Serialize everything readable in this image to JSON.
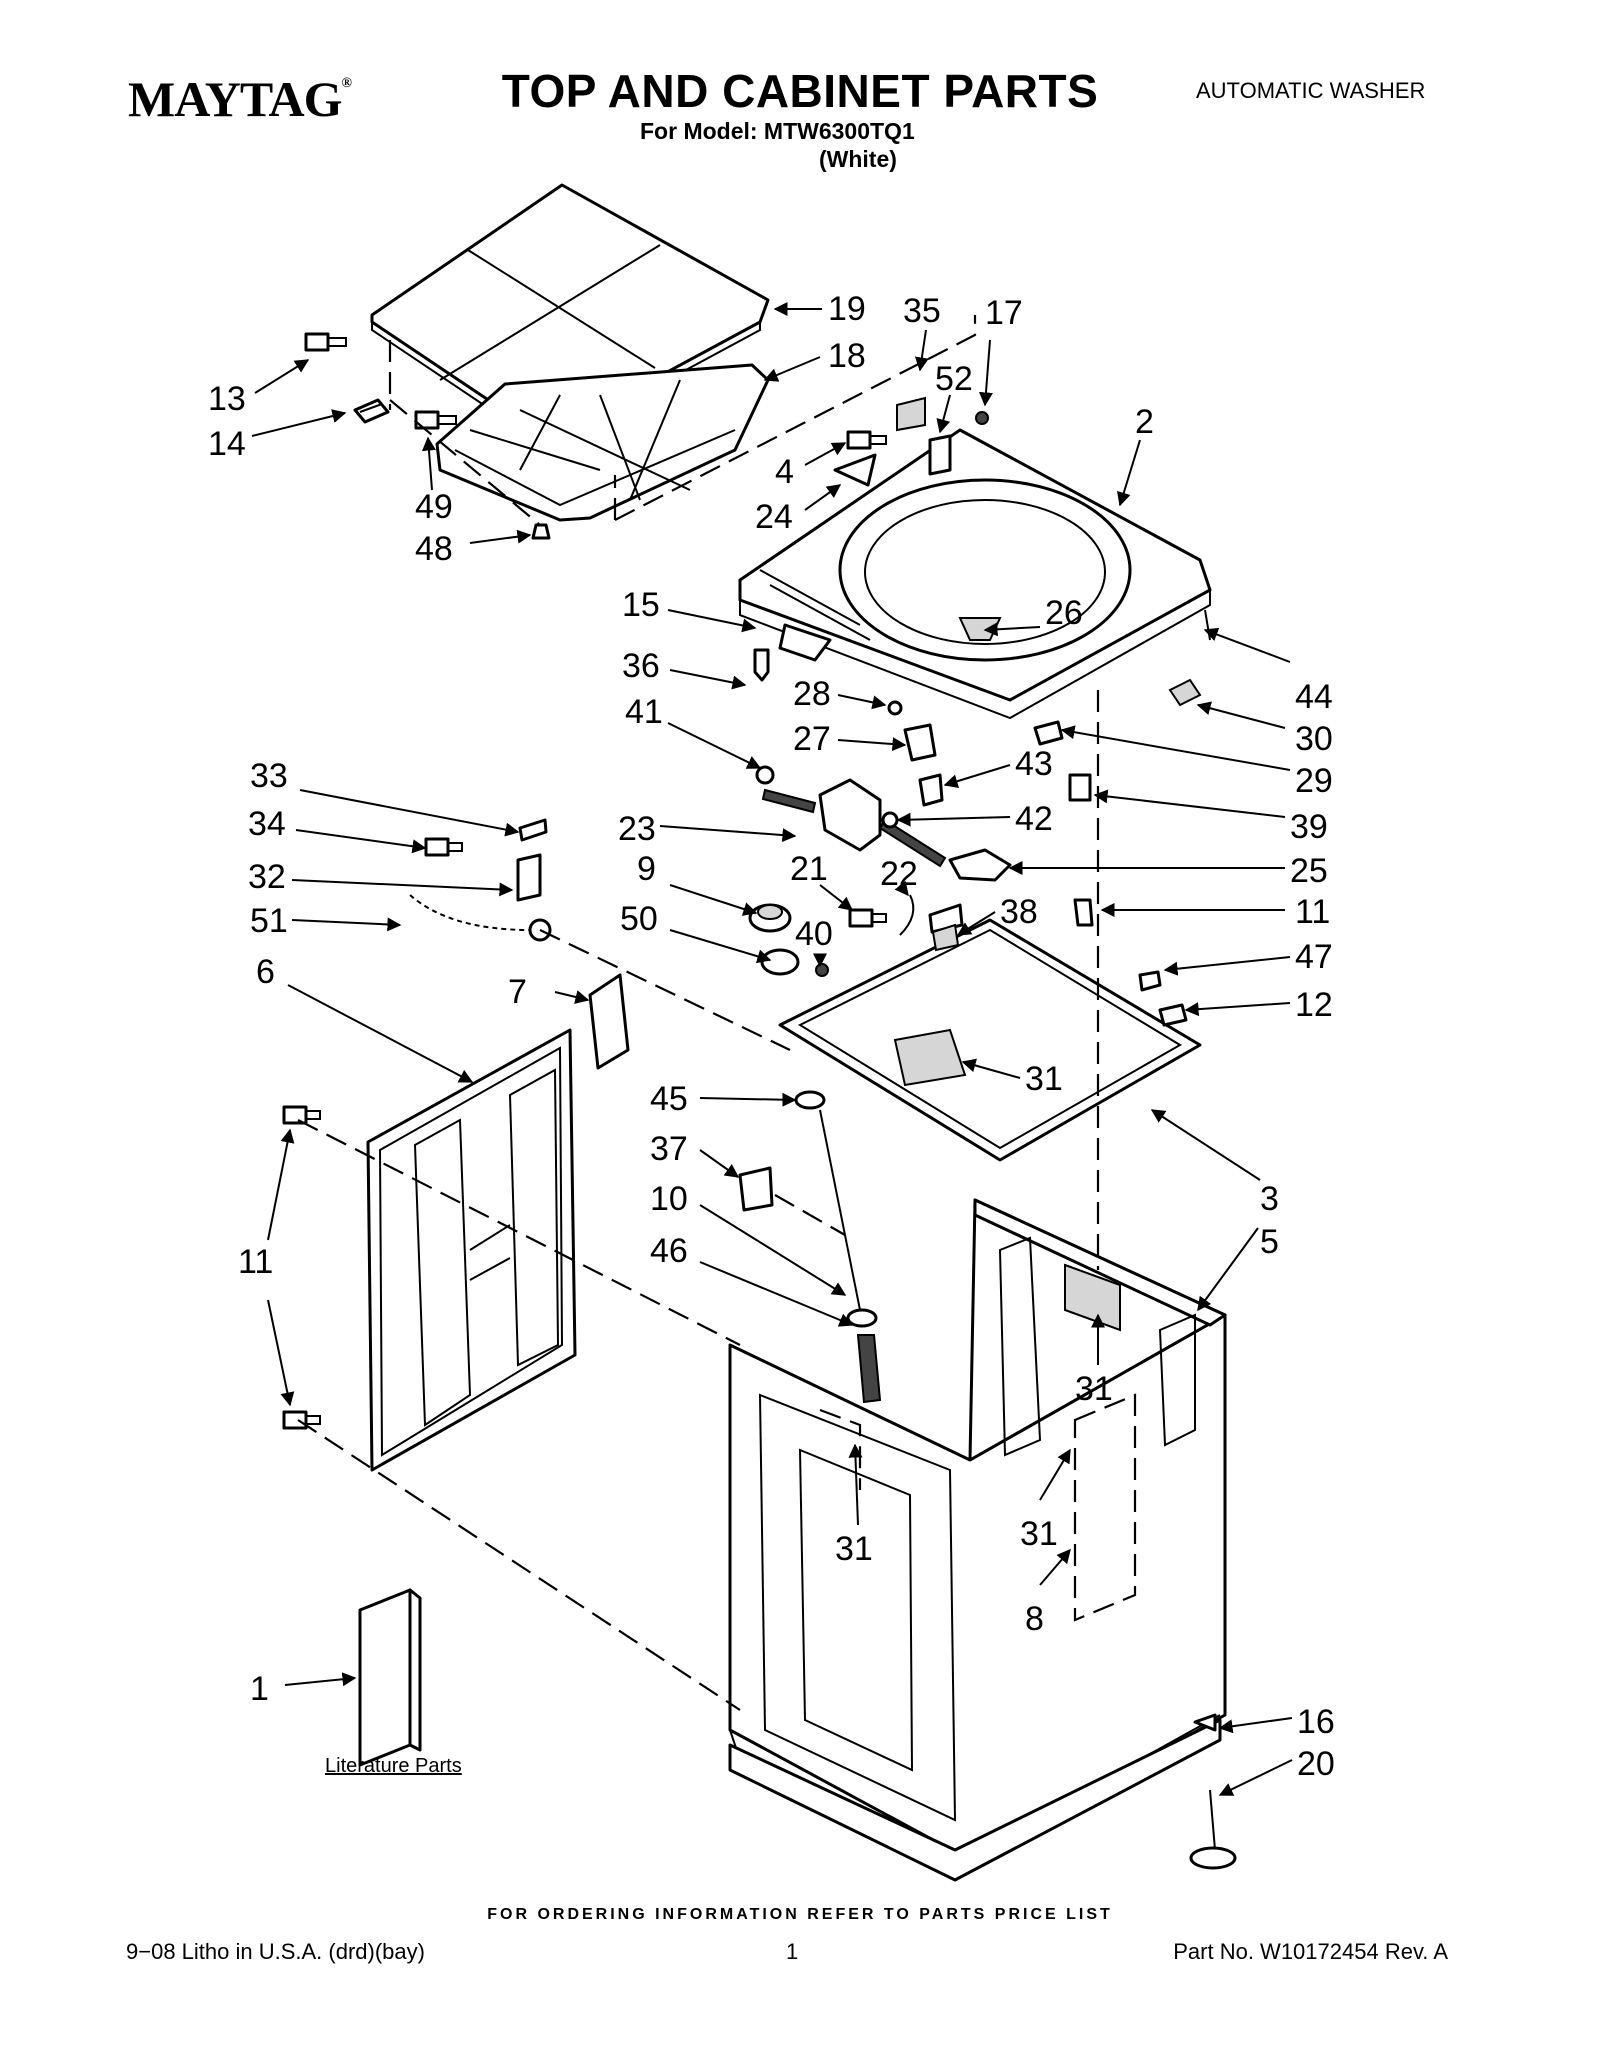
{
  "header": {
    "brand": "MAYTAG",
    "brand_mark": "®",
    "title": "TOP AND CABINET PARTS",
    "model_line": "For Model: MTW6300TQ1",
    "color_line": "(White)",
    "product_type": "AUTOMATIC WASHER"
  },
  "diagram": {
    "literature_label": "Literature Parts",
    "callouts": [
      "1",
      "2",
      "3",
      "4",
      "5",
      "6",
      "7",
      "8",
      "9",
      "10",
      "11",
      "12",
      "13",
      "14",
      "15",
      "16",
      "17",
      "18",
      "19",
      "20",
      "21",
      "22",
      "23",
      "24",
      "25",
      "26",
      "27",
      "28",
      "29",
      "30",
      "31",
      "32",
      "33",
      "34",
      "35",
      "36",
      "37",
      "38",
      "39",
      "40",
      "41",
      "42",
      "43",
      "44",
      "45",
      "46",
      "47",
      "48",
      "49",
      "50",
      "51",
      "52"
    ]
  },
  "footer": {
    "ordering_note": "FOR ORDERING INFORMATION REFER TO PARTS PRICE LIST",
    "print_info": "9−08 Litho in U.S.A. (drd)(bay)",
    "page_number": "1",
    "part_number": "Part No. W10172454 Rev. A"
  }
}
